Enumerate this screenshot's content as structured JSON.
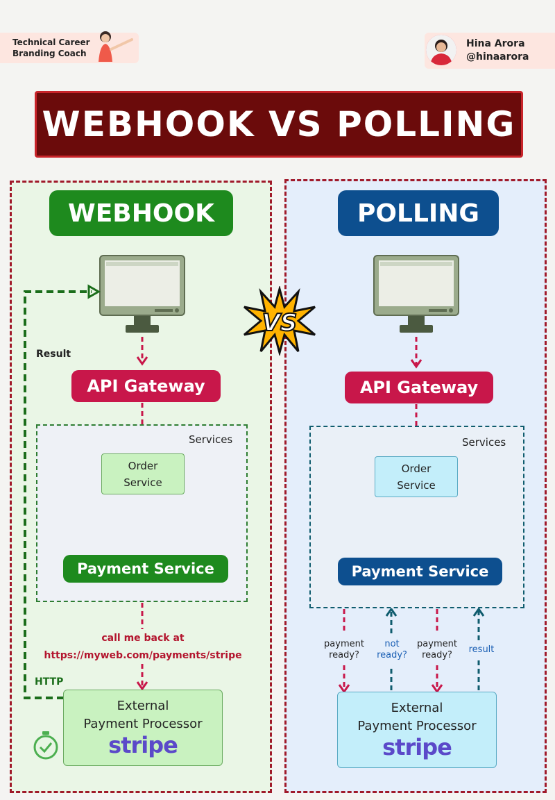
{
  "header": {
    "coach_line1": "Technical Career",
    "coach_line2": "Branding Coach",
    "author_name": "Hina Arora",
    "author_handle": "@hinaarora"
  },
  "title": "WEBHOOK VS POLLING",
  "vs_label": "VS",
  "webhook": {
    "heading": "WEBHOOK",
    "result_label": "Result",
    "api_gateway": "API Gateway",
    "services_label": "Services",
    "order_service_line1": "Order",
    "order_service_line2": "Service",
    "payment_service": "Payment Service",
    "callback_line1": "call me back at",
    "callback_line2": "https://myweb.com/payments/stripe",
    "http_label": "HTTP",
    "external_line1": "External",
    "external_line2": "Payment Processor",
    "stripe_logo": "stripe"
  },
  "polling": {
    "heading": "POLLING",
    "api_gateway": "API Gateway",
    "services_label": "Services",
    "order_service_line1": "Order",
    "order_service_line2": "Service",
    "payment_service": "Payment Service",
    "payment_ready_1_line1": "payment",
    "payment_ready_1_line2": "ready?",
    "not_ready_line1": "not",
    "not_ready_line2": "ready?",
    "payment_ready_2_line1": "payment",
    "payment_ready_2_line2": "ready?",
    "result_label": "result",
    "external_line1": "External",
    "external_line2": "Payment Processor",
    "stripe_logo": "stripe"
  },
  "colors": {
    "title_bg": "#6b0b0b",
    "webhook_green": "#1e8a1e",
    "polling_blue": "#0d4f8f",
    "api_gateway_red": "#c8174a",
    "arrow_red": "#c8174a",
    "panel_border": "#a01a2a"
  }
}
